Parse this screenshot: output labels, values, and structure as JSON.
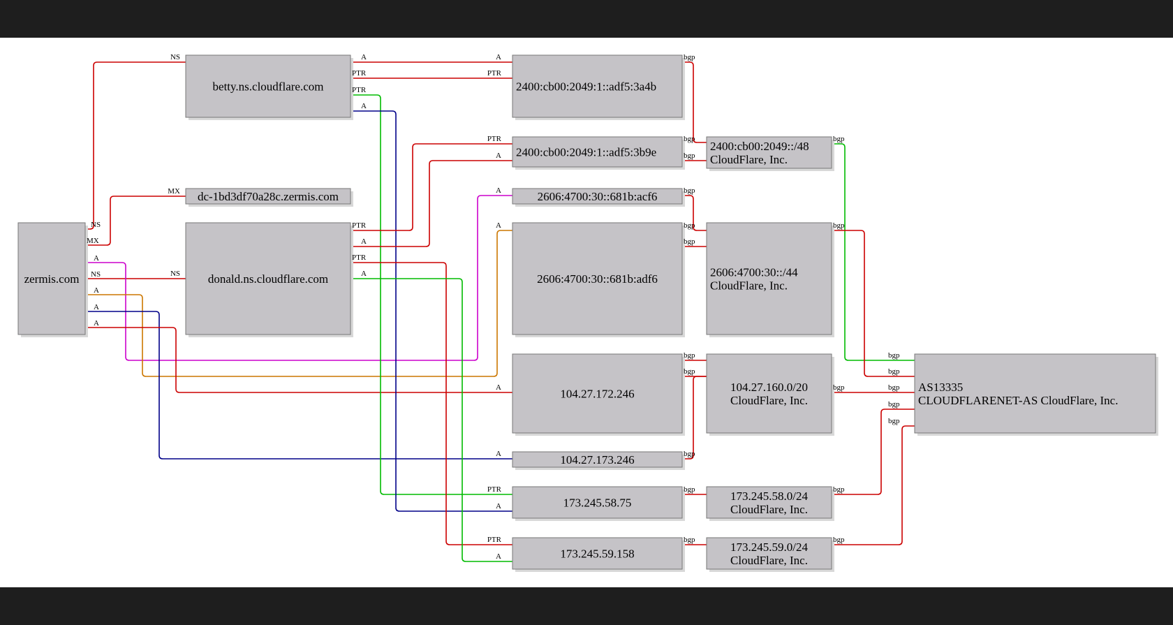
{
  "nodes": {
    "zermis": "zermis.com",
    "betty": "betty.ns.cloudflare.com",
    "dc": "dc-1bd3df70a28c.zermis.com",
    "donald": "donald.ns.cloudflare.com",
    "v6a_1": "2400:cb00:2049:1::adf5:3a4b",
    "v6a_2": "2400:cb00:2049:1::adf5:3b9e",
    "v6b_1": "2606:4700:30::681b:acf6",
    "v6b_2": "2606:4700:30::681b:adf6",
    "ip1": "104.27.172.246",
    "ip2": "104.27.173.246",
    "ip3": "173.245.58.75",
    "ip4": "173.245.59.158",
    "pfx1": [
      "2400:cb00:2049::/48",
      "CloudFlare, Inc."
    ],
    "pfx2": [
      "2606:4700:30::/44",
      "CloudFlare, Inc."
    ],
    "pfx3": [
      "104.27.160.0/20",
      "CloudFlare, Inc."
    ],
    "pfx4": [
      "173.245.58.0/24",
      "CloudFlare, Inc."
    ],
    "pfx5": [
      "173.245.59.0/24",
      "CloudFlare, Inc."
    ],
    "asn": [
      "AS13335",
      "CLOUDFLARENET-AS CloudFlare, Inc."
    ]
  },
  "edge_labels": {
    "ns": "NS",
    "mx": "MX",
    "a": "A",
    "ptr": "PTR",
    "bgp": "bgp"
  },
  "colors": {
    "red": "#cc0000",
    "green": "#00bb00",
    "blue": "#000088",
    "magenta": "#cc00cc",
    "orange": "#cc7700",
    "node_fill": "#c5c3c7",
    "node_stroke": "#777777"
  }
}
